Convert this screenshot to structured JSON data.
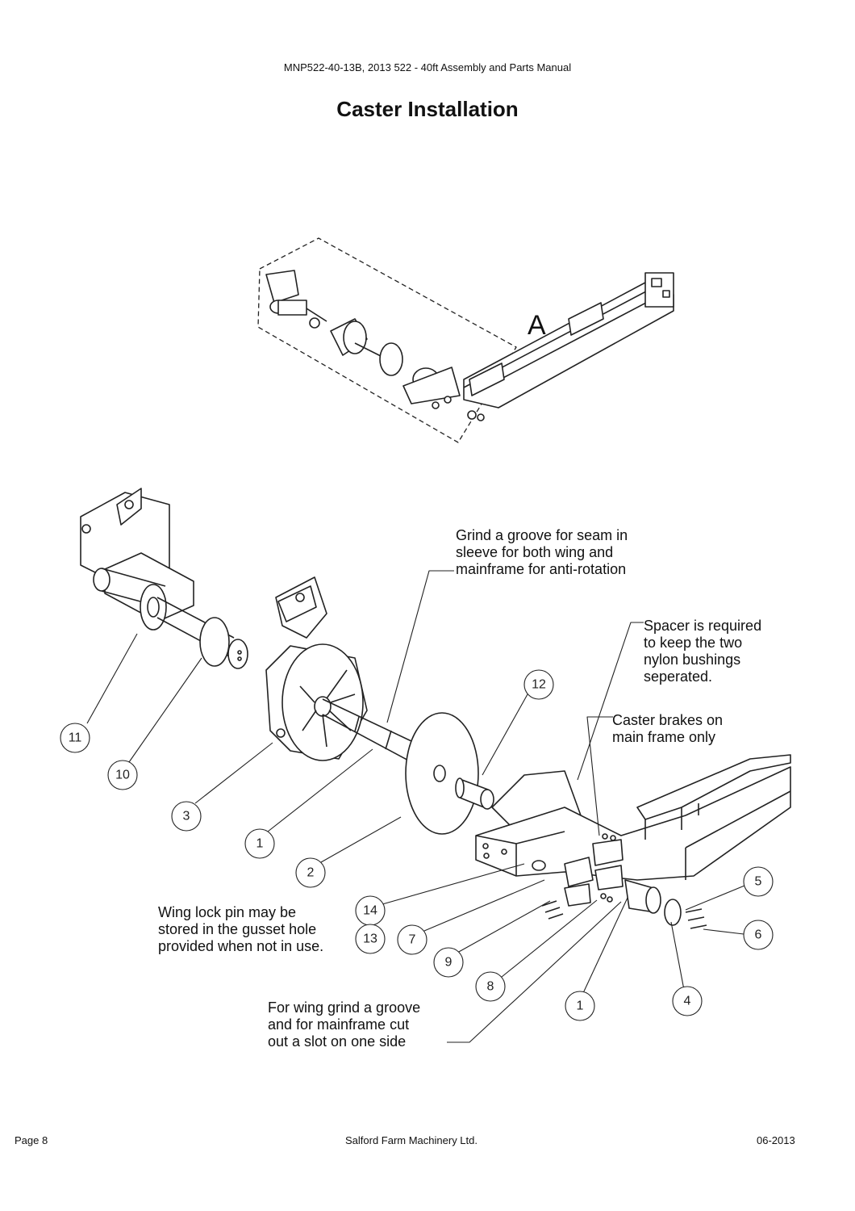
{
  "header": {
    "manual": "MNP522-40-13B, 2013 522 - 40ft Assembly and Parts Manual",
    "title": "Caster Installation"
  },
  "overview": {
    "detail_label": "A"
  },
  "notes": {
    "groove": "Grind a groove for seam in\nsleeve for both wing and\nmainframe for anti-rotation",
    "spacer": "Spacer is required\nto keep the two\nnylon bushings\nseperated.",
    "brakes": "Caster brakes on\nmain frame only",
    "wing_lock": "Wing lock pin may be\nstored in the gusset hole\nprovided when not in use.",
    "slot": "For wing grind a groove\nand for mainframe cut\nout a slot on one side"
  },
  "callouts": [
    "11",
    "10",
    "3",
    "1",
    "2",
    "12",
    "14",
    "13",
    "7",
    "9",
    "8",
    "1",
    "4",
    "5",
    "6"
  ],
  "footer": {
    "page": "Page 8",
    "company": "Salford Farm Machinery Ltd.",
    "date": "06-2013"
  }
}
